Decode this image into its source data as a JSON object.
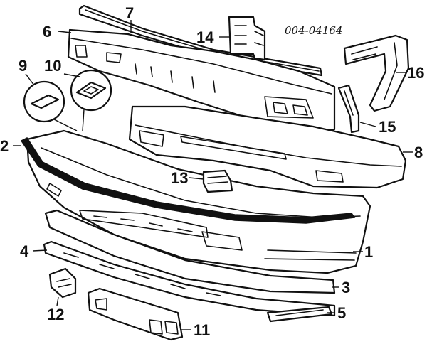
{
  "reference_code": "004-04164",
  "callouts": [
    {
      "id": "p7",
      "label": "7"
    },
    {
      "id": "p6",
      "label": "6"
    },
    {
      "id": "p14",
      "label": "14"
    },
    {
      "id": "p16",
      "label": "16"
    },
    {
      "id": "p9",
      "label": "9"
    },
    {
      "id": "p10",
      "label": "10"
    },
    {
      "id": "p15",
      "label": "15"
    },
    {
      "id": "p2",
      "label": "2"
    },
    {
      "id": "p8",
      "label": "8"
    },
    {
      "id": "p13",
      "label": "13"
    },
    {
      "id": "p4",
      "label": "4"
    },
    {
      "id": "p1",
      "label": "1"
    },
    {
      "id": "p3",
      "label": "3"
    },
    {
      "id": "p12",
      "label": "12"
    },
    {
      "id": "p5",
      "label": "5"
    },
    {
      "id": "p11",
      "label": "11"
    }
  ],
  "colors": {
    "line": "#111111",
    "background": "#ffffff"
  }
}
